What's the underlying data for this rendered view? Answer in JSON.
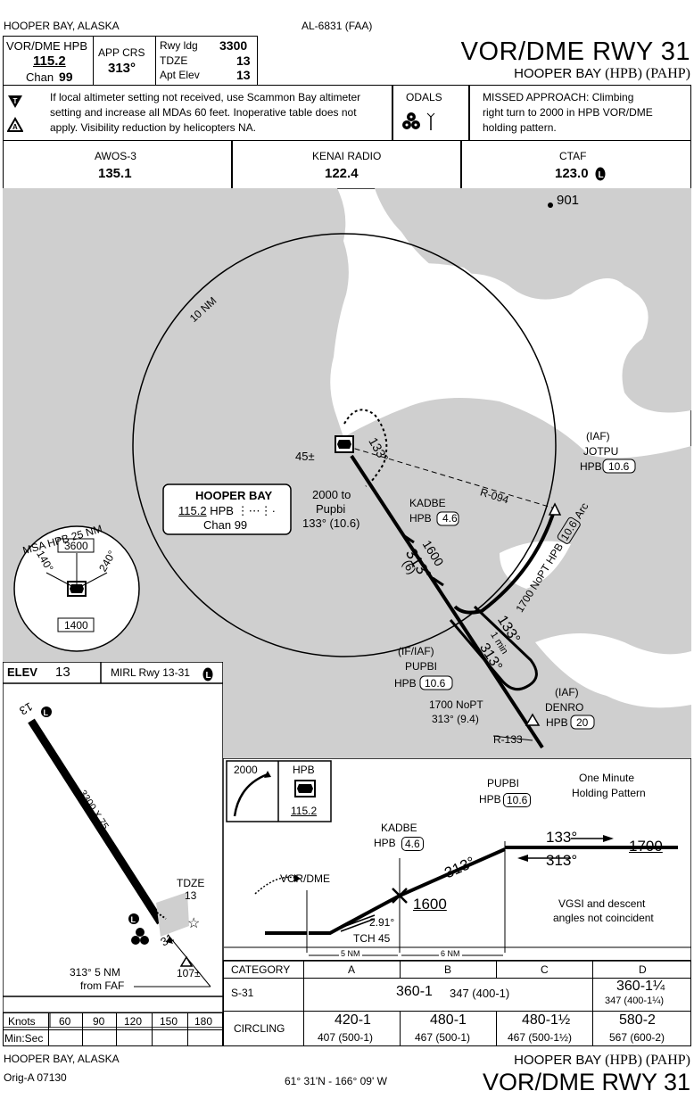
{
  "header": {
    "location": "HOOPER BAY, ALASKA",
    "proc_id": "AL-6831 (FAA)",
    "title": "VOR/DME RWY 31",
    "airport": "HOOPER BAY",
    "ids": "(HPB) (PAHP)"
  },
  "briefing": {
    "nav_label": "VOR/DME HPB",
    "nav_freq": "115.2",
    "chan_label": "Chan",
    "chan": "99",
    "app_crs_label": "APP CRS",
    "app_crs": "313°",
    "rwy_ldg_label": "Rwy ldg",
    "rwy_ldg": "3300",
    "tdze_label": "TDZE",
    "tdze": "13",
    "apt_elev_label": "Apt Elev",
    "apt_elev": "13",
    "notes_1": "If local altimeter setting not received, use Scammon Bay altimeter",
    "notes_2": "setting and increase all MDAs 60 feet.  Inoperative table does not",
    "notes_3": "apply.  Visibility reduction by helicopters NA.",
    "odals": "ODALS",
    "missed_1": "MISSED APPROACH: Climbing",
    "missed_2": "right turn to 2000 in HPB VOR/DME",
    "missed_3": "holding pattern."
  },
  "comms": [
    {
      "name": "AWOS-3",
      "freq": "135.1"
    },
    {
      "name": "KENAI RADIO",
      "freq": "122.4"
    },
    {
      "name": "CTAF",
      "freq": "123.0"
    }
  ],
  "plan": {
    "obstacle_901": "901",
    "ring": "10 NM",
    "obstacle_45": "45±",
    "hold_course": "133°",
    "vor_box_title": "HOOPER BAY",
    "vor_box_freq": "115.2",
    "vor_box_id": "HPB",
    "vor_box_chan": "Chan 99",
    "missed_alt_1": "2000 to",
    "missed_alt_2": "Pupbi",
    "missed_alt_3": "133° (10.6)",
    "kadbe": "KADBE",
    "hpb": "HPB",
    "kadbe_dme": "4.6",
    "seg_alt": "1600",
    "seg_crs": "313°",
    "seg_dist": "(6)",
    "radial": "R-094",
    "iaf": "(IAF)",
    "jotpu": "JOTPU",
    "jotpu_dme": "10.6",
    "arc_1": "1700 NoPT",
    "arc_2": "HPB",
    "arc_dme": "10.6",
    "arc_3": "Arc",
    "msa": "MSA HPB 25 NM",
    "msa_3600": "3600",
    "msa_1400": "1400",
    "msa_140": "140°",
    "msa_240": "240°",
    "hold_133": "133°",
    "hold_1min": "1 min",
    "hold_313": "313°",
    "if_iaf": "(IF/IAF)",
    "pupbi": "PUPBI",
    "pupbi_dme": "10.6",
    "nopt_1": "1700 NoPT",
    "nopt_2": "313° (9.4)",
    "denro": "DENRO",
    "denro_dme": "20",
    "r133": "R-133"
  },
  "airport_sketch": {
    "elev_label": "ELEV",
    "elev": "13",
    "mirl": "MIRL Rwy 13-31",
    "rwy_13": "13",
    "rwy_31": "31",
    "dims": "3300 X 75",
    "tdze_label": "TDZE",
    "tdze": "13",
    "obst": "107±",
    "faf_1": "313° 5 NM",
    "faf_2": "from FAF"
  },
  "profile": {
    "ma_alt": "2000",
    "ma_hpb": "HPB",
    "ma_freq": "115.2",
    "pupbi": "PUPBI",
    "hpb": "HPB",
    "pupbi_dme": "10.6",
    "hold_title_1": "One Minute",
    "hold_title_2": "Holding Pattern",
    "crs_133": "133°",
    "crs_313": "313°",
    "alt_1700": "1700",
    "kadbe": "KADBE",
    "kadbe_dme": "4.6",
    "seg_313": "313°",
    "vor_dme": "VOR/DME",
    "alt_1600": "1600",
    "gs": "2.91°",
    "tch": "TCH 45",
    "vgsi_1": "VGSI and descent",
    "vgsi_2": "angles not coincident",
    "dist_5": "5 NM",
    "dist_6": "6 NM"
  },
  "minimums": {
    "category_label": "CATEGORY",
    "cats": [
      "A",
      "B",
      "C",
      "D"
    ],
    "s31_label": "S-31",
    "s31_abc_main": "360-1",
    "s31_abc_sub": "347 (400-1)",
    "s31_d_main": "360-1¼",
    "s31_d_sub": "347 (400-1¼)",
    "circling_label": "CIRCLING",
    "circ": [
      {
        "main": "420-1",
        "sub": "407 (500-1)"
      },
      {
        "main": "480-1",
        "sub": "467 (500-1)"
      },
      {
        "main": "480-1½",
        "sub": "467 (500-1½)"
      },
      {
        "main": "580-2",
        "sub": "567 (600-2)"
      }
    ]
  },
  "timing": {
    "knots_label": "Knots",
    "minsec_label": "Min:Sec",
    "knots": [
      "60",
      "90",
      "120",
      "150",
      "180"
    ]
  },
  "footer": {
    "location": "HOOPER BAY, ALASKA",
    "orig": "Orig-A  07130",
    "coords": "61° 31'N - 166° 09' W",
    "airport": "HOOPER BAY",
    "ids": "(HPB) (PAHP)",
    "title": "VOR/DME RWY 31"
  }
}
